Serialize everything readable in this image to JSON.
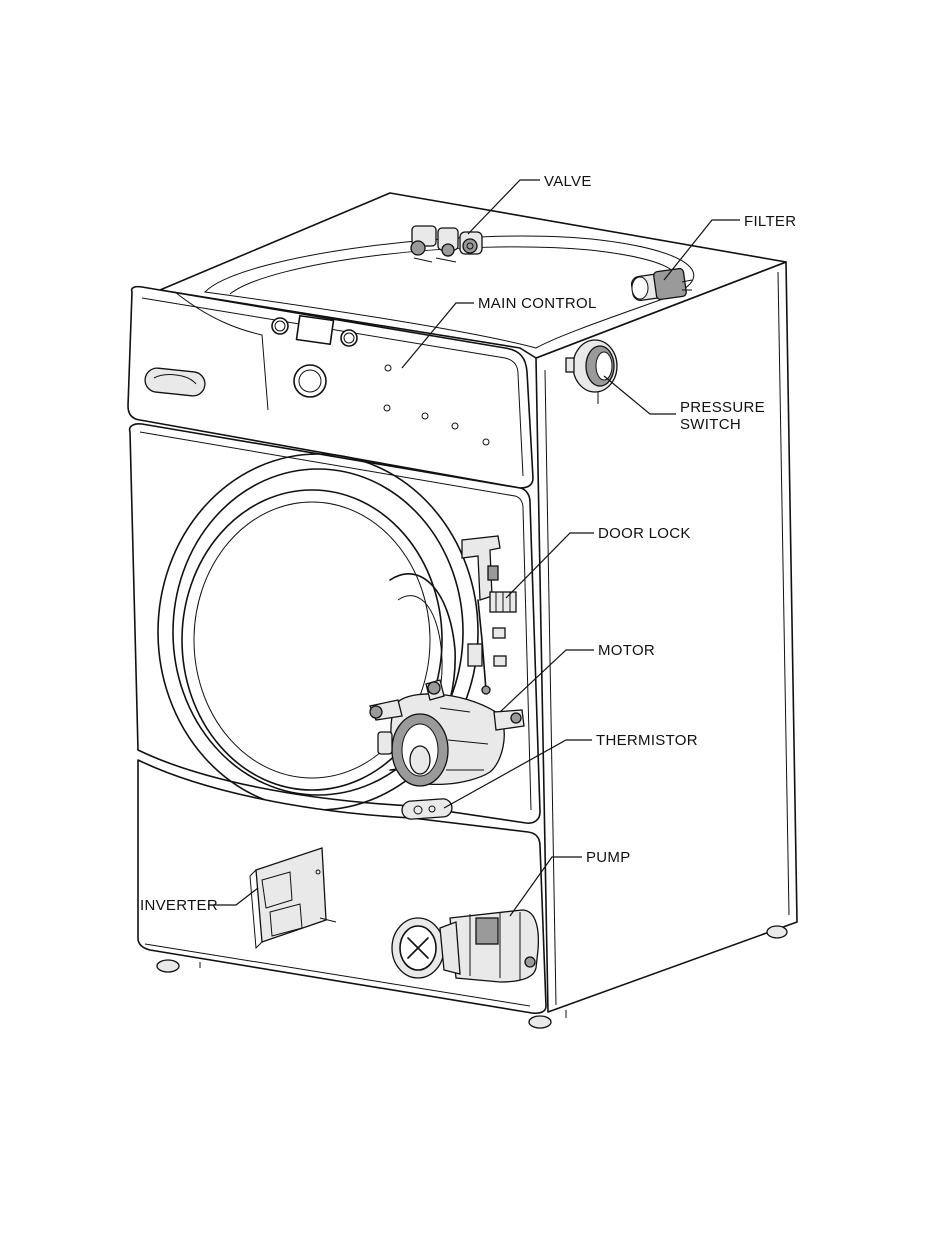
{
  "labels": {
    "valve": "VALVE",
    "filter": "FILTER",
    "main_control": "MAIN CONTROL",
    "pressure_switch_line1": "PRESSURE",
    "pressure_switch_line2": "SWITCH",
    "door_lock": "DOOR LOCK",
    "motor": "MOTOR",
    "thermistor": "THERMISTOR",
    "pump": "PUMP",
    "inverter": "INVERTER"
  },
  "colors": {
    "line": "#111111",
    "background": "#ffffff",
    "part_fill": "#e9e9e9",
    "part_dark": "#9a9a9a"
  }
}
